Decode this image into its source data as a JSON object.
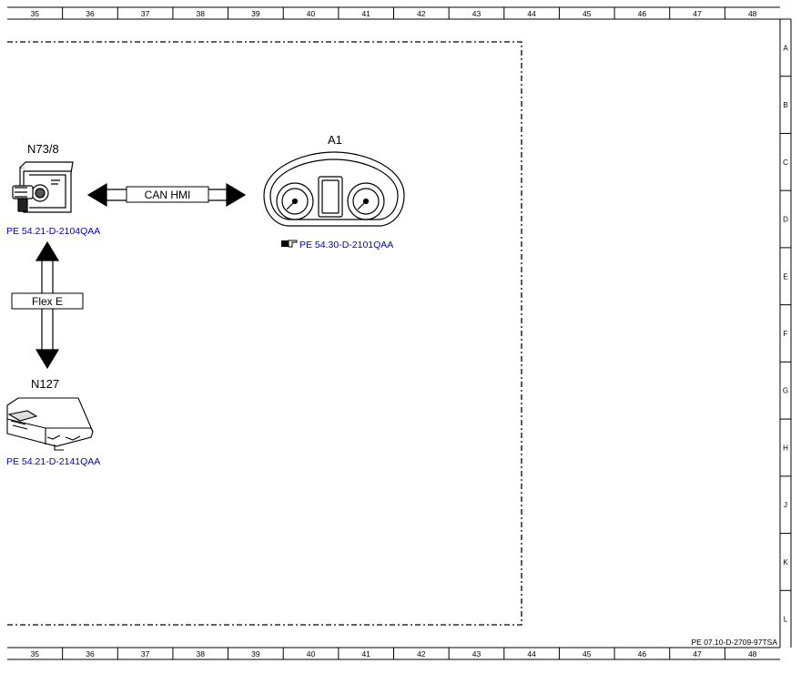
{
  "grid": {
    "columns": [
      "35",
      "36",
      "37",
      "38",
      "39",
      "40",
      "41",
      "42",
      "43",
      "44",
      "45",
      "46",
      "47",
      "48"
    ],
    "rows": [
      "A",
      "B",
      "C",
      "D",
      "E",
      "F",
      "G",
      "H",
      "J",
      "K",
      "L"
    ]
  },
  "components": {
    "ignition_switch": {
      "label": "N73/8",
      "ref": "PE 54.21-D-2104QAA"
    },
    "instrument_cluster": {
      "label": "A1",
      "ref": "PE 54.30-D-2101QAA"
    },
    "control_unit": {
      "label": "N127",
      "ref": "PE 54.21-D-2141QAA"
    }
  },
  "connections": {
    "can_hmi": "CAN HMI",
    "flex_e": "Flex E"
  },
  "document_code": "PE 07.10-D-2709-97TSA",
  "colors": {
    "ref_link": "#0000cc",
    "line": "#000000"
  },
  "icons": {
    "ref_pointer": "hand-pointer-icon"
  }
}
